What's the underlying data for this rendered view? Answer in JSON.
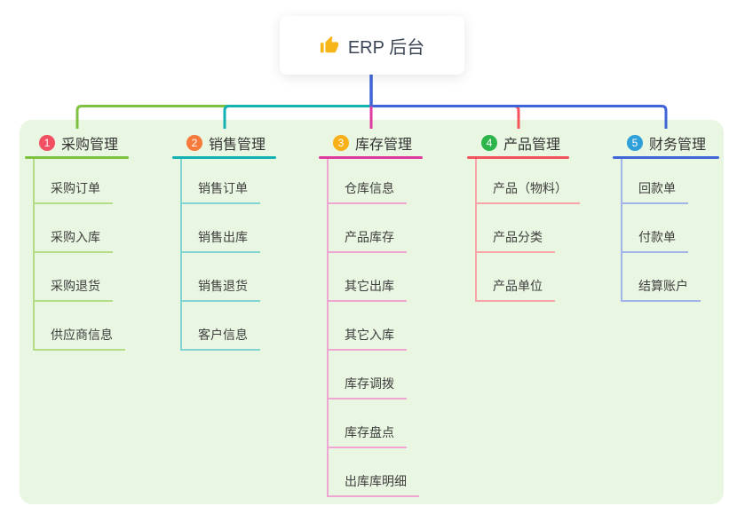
{
  "root": {
    "title": "ERP 后台",
    "icon": "thumbs-up",
    "icon_color": "#f7b519",
    "connector_color": "#3f66d8"
  },
  "panel": {
    "background": "#e9f6e1"
  },
  "branches": [
    {
      "badge": "1",
      "title": "采购管理",
      "color": "#7dc23f",
      "light_color": "#b5dd88",
      "badge_color": "#f25062",
      "children": [
        "采购订单",
        "采购入库",
        "采购退货",
        "供应商信息"
      ]
    },
    {
      "badge": "2",
      "title": "销售管理",
      "color": "#12b2b3",
      "light_color": "#82d4d3",
      "badge_color": "#f57a3c",
      "children": [
        "销售订单",
        "销售出库",
        "销售退货",
        "客户信息"
      ]
    },
    {
      "badge": "3",
      "title": "库存管理",
      "color": "#e03aa0",
      "light_color": "#efa6d2",
      "badge_color": "#f9b018",
      "children": [
        "仓库信息",
        "产品库存",
        "其它出库",
        "其它入库",
        "库存调拨",
        "库存盘点",
        "出库库明细"
      ]
    },
    {
      "badge": "4",
      "title": "产品管理",
      "color": "#f4535d",
      "light_color": "#f9a4a8",
      "badge_color": "#2db54c",
      "children": [
        "产品（物料）",
        "产品分类",
        "产品单位"
      ]
    },
    {
      "badge": "5",
      "title": "财务管理",
      "color": "#3f66d8",
      "light_color": "#a2b4e9",
      "badge_color": "#2e9fd9",
      "children": [
        "回款单",
        "付款单",
        "结算账户"
      ]
    }
  ]
}
